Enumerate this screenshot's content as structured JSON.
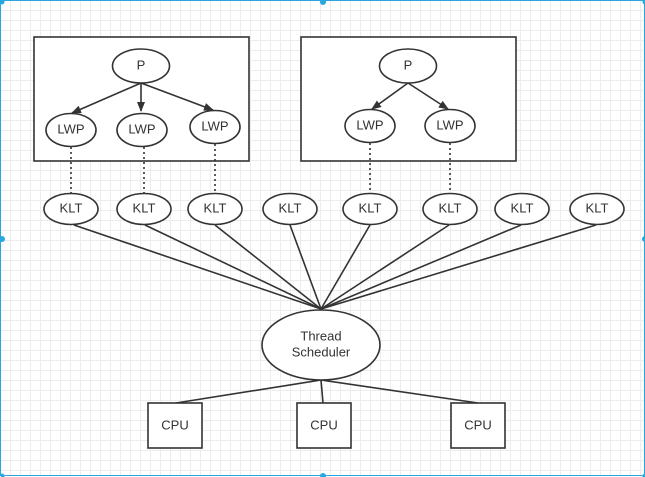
{
  "process_label": "P",
  "lwp_label": "LWP",
  "klt_label": "KLT",
  "scheduler_line1": "Thread",
  "scheduler_line2": "Scheduler",
  "cpu_label": "CPU",
  "colors": {
    "stroke": "#333333",
    "selection": "#29a8e0",
    "grid": "#ececec"
  }
}
